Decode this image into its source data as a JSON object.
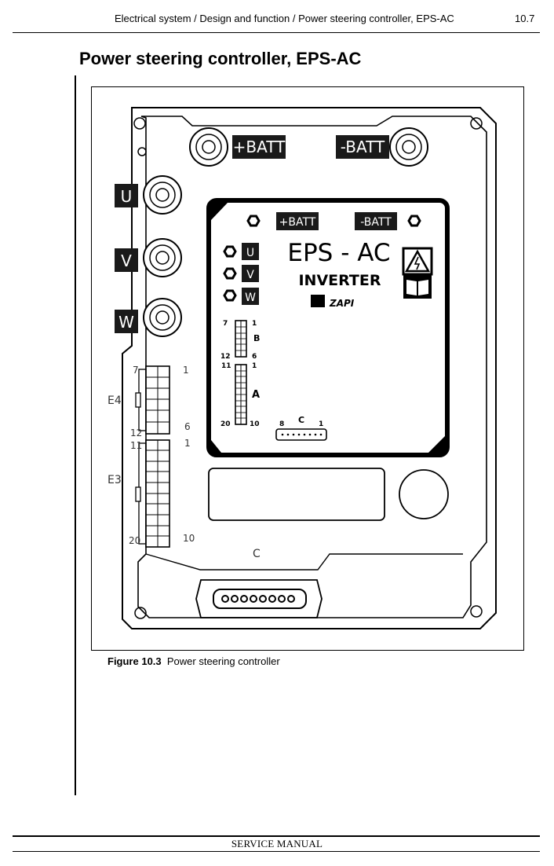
{
  "header": {
    "breadcrumb": "Electrical system / Design and function / Power steering controller, EPS-AC",
    "page_number": "10.7"
  },
  "title": "Power steering controller, EPS-AC",
  "figure": {
    "labels": {
      "plus_batt": "+BATT",
      "minus_batt": "-BATT",
      "u": "U",
      "v": "V",
      "w": "W",
      "e4": "E4",
      "e3": "E3",
      "c": "C",
      "e4_pin_7": "7",
      "e4_pin_1": "1",
      "e4_pin_12": "12",
      "e4_pin_6": "6",
      "e3_pin_11": "11",
      "e3_pin_1": "1",
      "e3_pin_20": "20",
      "e3_pin_10": "10"
    },
    "panel": {
      "plus_batt": "+BATT",
      "minus_batt": "-BATT",
      "product": "EPS - AC",
      "subtitle": "INVERTER",
      "brand": "ZAPI",
      "u": "U",
      "v": "V",
      "w": "W",
      "b_pin_7": "7",
      "b_pin_1": "1",
      "b_letter": "B",
      "b_pin_12": "12",
      "b_pin_6": "6",
      "a_pin_11": "11",
      "a_pin_1": "1",
      "a_letter": "A",
      "a_pin_20": "20",
      "a_pin_10": "10",
      "c_pin_8": "8",
      "c_letter": "C",
      "c_pin_1": "1"
    }
  },
  "caption": {
    "label": "Figure 10.3",
    "text": "Power steering controller"
  },
  "footer": {
    "text": "SERVICE MANUAL"
  }
}
